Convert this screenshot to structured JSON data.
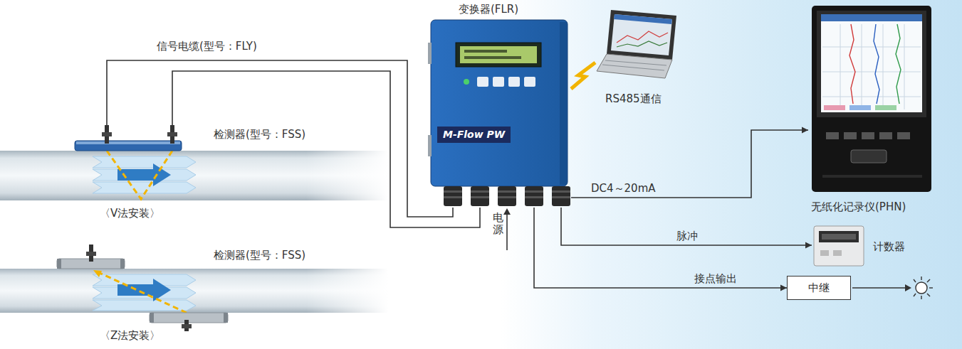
{
  "diagram": {
    "nodes": [
      {
        "text": [
          "检测器(型号：FSS)"
        ]
      },
      {
        "text": [
          "检测器(型号：FSS)"
        ]
      },
      {
        "text": [
          "变换器(FLR)",
          "M-Flow PW"
        ]
      },
      {
        "text": [
          "RS485通信"
        ]
      },
      {
        "text": [
          "无纸化记录仪(PHN)"
        ]
      },
      {
        "text": [
          "计数器"
        ]
      },
      {
        "text": [
          "中继"
        ]
      }
    ],
    "edges": [
      {
        "from": 0,
        "to": 2,
        "label": "信号电缆(型号：FLY)",
        "arrow": "none"
      },
      {
        "from": 0,
        "to": 2,
        "arrow": "none"
      },
      {
        "from": 2,
        "to": 3,
        "arrow": "none"
      },
      {
        "from": 2,
        "to": 4,
        "label": "DC4～20mA",
        "arrow": "to"
      },
      {
        "from": 2,
        "to": 5,
        "label": "脉冲",
        "arrow": "to"
      },
      {
        "from": 2,
        "to": 6,
        "label": "接点输出",
        "arrow": "to"
      }
    ],
    "labels": [
      "〈V法安装〉",
      "〈Z法安装〉",
      "电源"
    ]
  }
}
